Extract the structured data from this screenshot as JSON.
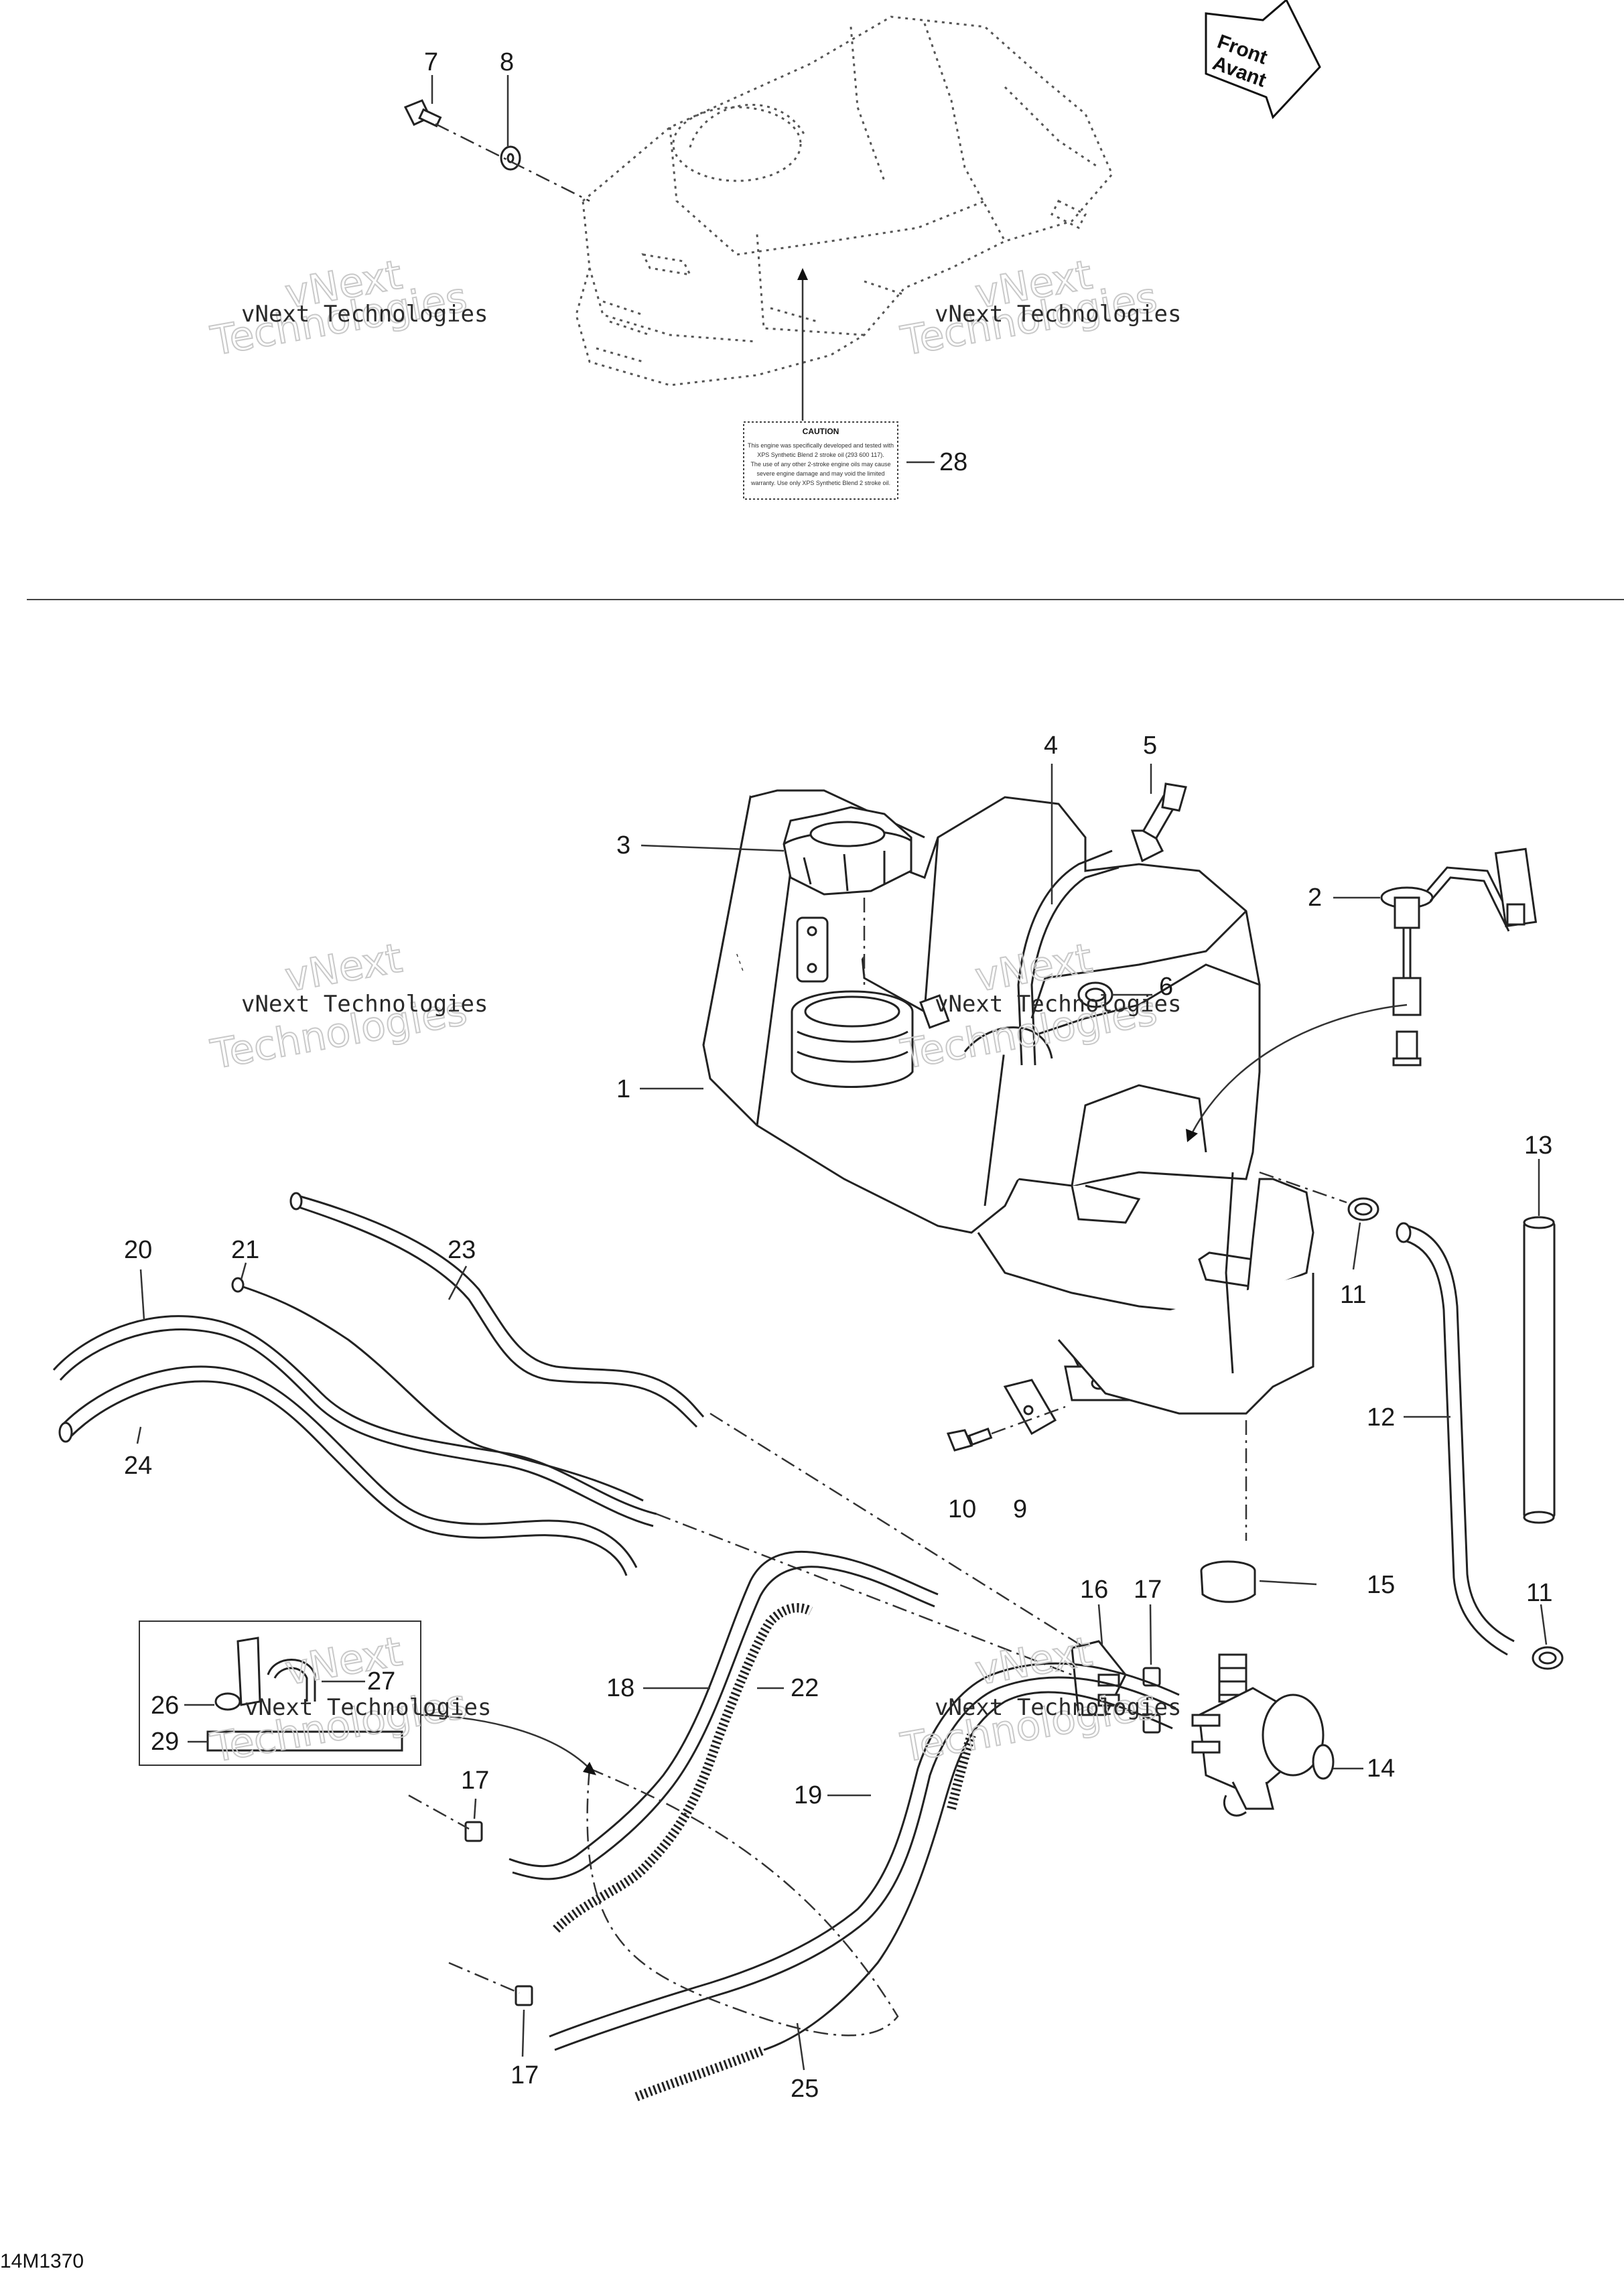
{
  "drawing_number": "14M1370",
  "watermark": {
    "line1": "vNext",
    "line2": "Technologies",
    "text_small": "vNext Technologies"
  },
  "front_arrow": {
    "line1": "Front",
    "line2": "Avant"
  },
  "caution_label": {
    "heading": "CAUTION",
    "lines": [
      "This engine was specifically developed and tested with",
      "XPS Synthetic Blend 2 stroke oil (293 600 117).",
      "The use of any other 2-stroke engine oils may cause",
      "severe engine damage and may void the limited",
      "warranty. Use only XPS Synthetic Blend 2 stroke oil."
    ]
  },
  "callouts": [
    {
      "id": "1",
      "text": "1"
    },
    {
      "id": "2",
      "text": "2"
    },
    {
      "id": "3",
      "text": "3"
    },
    {
      "id": "4",
      "text": "4"
    },
    {
      "id": "5",
      "text": "5"
    },
    {
      "id": "6",
      "text": "6"
    },
    {
      "id": "7",
      "text": "7"
    },
    {
      "id": "8",
      "text": "8"
    },
    {
      "id": "9",
      "text": "9"
    },
    {
      "id": "10",
      "text": "10"
    },
    {
      "id": "11a",
      "text": "11"
    },
    {
      "id": "11b",
      "text": "11"
    },
    {
      "id": "12",
      "text": "12"
    },
    {
      "id": "13",
      "text": "13"
    },
    {
      "id": "14",
      "text": "14"
    },
    {
      "id": "15",
      "text": "15"
    },
    {
      "id": "16",
      "text": "16"
    },
    {
      "id": "17a",
      "text": "17"
    },
    {
      "id": "17b",
      "text": "17"
    },
    {
      "id": "17c",
      "text": "17"
    },
    {
      "id": "18",
      "text": "18"
    },
    {
      "id": "19",
      "text": "19"
    },
    {
      "id": "20",
      "text": "20"
    },
    {
      "id": "21",
      "text": "21"
    },
    {
      "id": "22",
      "text": "22"
    },
    {
      "id": "23",
      "text": "23"
    },
    {
      "id": "24",
      "text": "24"
    },
    {
      "id": "25",
      "text": "25"
    },
    {
      "id": "26",
      "text": "26"
    },
    {
      "id": "27",
      "text": "27"
    },
    {
      "id": "28",
      "text": "28"
    },
    {
      "id": "29",
      "text": "29"
    }
  ]
}
